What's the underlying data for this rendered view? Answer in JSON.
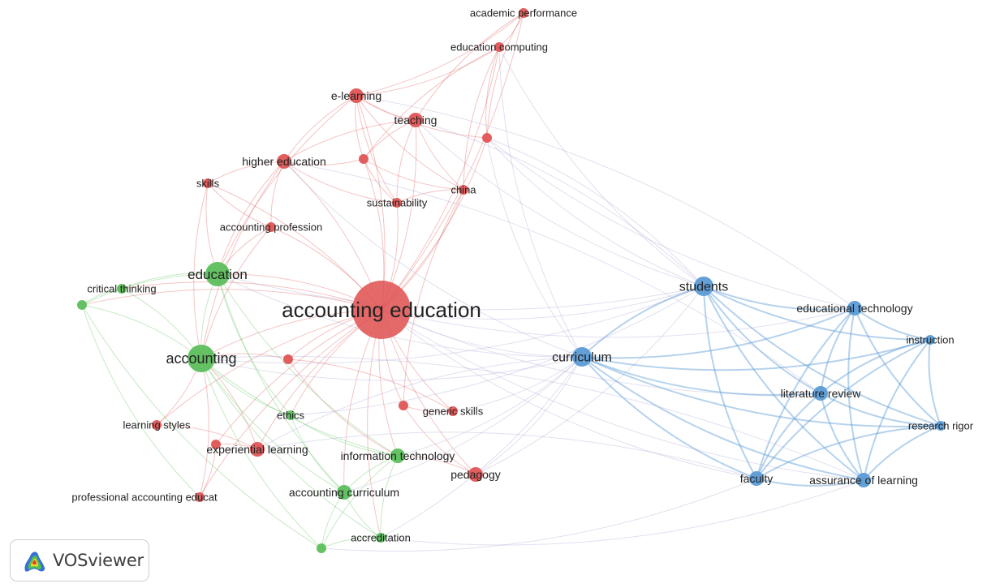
{
  "app": {
    "name": "VOSviewer"
  },
  "colors": {
    "cluster1": "#e05555",
    "cluster2": "#5cbf5c",
    "cluster3": "#5b9bd5",
    "background": "#ffffff"
  },
  "network": {
    "nodes": [
      {
        "id": "accounting education",
        "label": "accounting education",
        "cluster": 1,
        "weight": 10
      },
      {
        "id": "academic performance",
        "label": "academic performance",
        "cluster": 1,
        "weight": 1
      },
      {
        "id": "education computing",
        "label": "education computing",
        "cluster": 1,
        "weight": 1
      },
      {
        "id": "e-learning",
        "label": "e-learning",
        "cluster": 1,
        "weight": 2
      },
      {
        "id": "teaching",
        "label": "teaching",
        "cluster": 1,
        "weight": 2
      },
      {
        "id": "higher education",
        "label": "higher education",
        "cluster": 1,
        "weight": 2
      },
      {
        "id": "skills",
        "label": "skills",
        "cluster": 1,
        "weight": 1
      },
      {
        "id": "sustainability",
        "label": "sustainability",
        "cluster": 1,
        "weight": 1
      },
      {
        "id": "china",
        "label": "china",
        "cluster": 1,
        "weight": 1
      },
      {
        "id": "accounting profession",
        "label": "accounting profession",
        "cluster": 1,
        "weight": 1
      },
      {
        "id": "learning styles",
        "label": "learning styles",
        "cluster": 1,
        "weight": 1
      },
      {
        "id": "experiential learning",
        "label": "experiential learning",
        "cluster": 1,
        "weight": 2
      },
      {
        "id": "generic skills",
        "label": "generic skills",
        "cluster": 1,
        "weight": 1
      },
      {
        "id": "pedagogy",
        "label": "pedagogy",
        "cluster": 1,
        "weight": 2
      },
      {
        "id": "professional accounting educat",
        "label": "professional accounting educat",
        "cluster": 1,
        "weight": 1
      },
      {
        "id": "r1",
        "label": "",
        "cluster": 1,
        "weight": 1
      },
      {
        "id": "r2",
        "label": "",
        "cluster": 1,
        "weight": 1
      },
      {
        "id": "r3",
        "label": "",
        "cluster": 1,
        "weight": 1
      },
      {
        "id": "r4",
        "label": "",
        "cluster": 1,
        "weight": 1
      },
      {
        "id": "r5",
        "label": "",
        "cluster": 1,
        "weight": 1
      },
      {
        "id": "education",
        "label": "education",
        "cluster": 2,
        "weight": 4
      },
      {
        "id": "accounting",
        "label": "accounting",
        "cluster": 2,
        "weight": 5
      },
      {
        "id": "critical thinking",
        "label": "critical thinking",
        "cluster": 2,
        "weight": 1
      },
      {
        "id": "ethics",
        "label": "ethics",
        "cluster": 2,
        "weight": 1
      },
      {
        "id": "information technology",
        "label": "information technology",
        "cluster": 2,
        "weight": 2
      },
      {
        "id": "accounting curriculum",
        "label": "accounting curriculum",
        "cluster": 2,
        "weight": 2
      },
      {
        "id": "accreditation",
        "label": "accreditation",
        "cluster": 2,
        "weight": 1
      },
      {
        "id": "g1",
        "label": "",
        "cluster": 2,
        "weight": 1
      },
      {
        "id": "g2",
        "label": "",
        "cluster": 2,
        "weight": 1
      },
      {
        "id": "students",
        "label": "students",
        "cluster": 3,
        "weight": 3
      },
      {
        "id": "curriculum",
        "label": "curriculum",
        "cluster": 3,
        "weight": 3
      },
      {
        "id": "educational technology",
        "label": "educational technology",
        "cluster": 3,
        "weight": 2
      },
      {
        "id": "instruction",
        "label": "instruction",
        "cluster": 3,
        "weight": 1
      },
      {
        "id": "literature review",
        "label": "literature review",
        "cluster": 3,
        "weight": 2
      },
      {
        "id": "research rigor",
        "label": "research rigor",
        "cluster": 3,
        "weight": 1
      },
      {
        "id": "faculty",
        "label": "faculty",
        "cluster": 3,
        "weight": 2
      },
      {
        "id": "assurance of learning",
        "label": "assurance of learning",
        "cluster": 3,
        "weight": 2
      }
    ],
    "links": [
      [
        "accounting education",
        "e-learning"
      ],
      [
        "accounting education",
        "teaching"
      ],
      [
        "accounting education",
        "higher education"
      ],
      [
        "accounting education",
        "skills"
      ],
      [
        "accounting education",
        "sustainability"
      ],
      [
        "accounting education",
        "china"
      ],
      [
        "accounting education",
        "accounting profession"
      ],
      [
        "accounting education",
        "education computing"
      ],
      [
        "accounting education",
        "academic performance"
      ],
      [
        "accounting education",
        "learning styles"
      ],
      [
        "accounting education",
        "experiential learning"
      ],
      [
        "accounting education",
        "generic skills"
      ],
      [
        "accounting education",
        "pedagogy"
      ],
      [
        "accounting education",
        "professional accounting educat"
      ],
      [
        "accounting education",
        "r1"
      ],
      [
        "accounting education",
        "r2"
      ],
      [
        "accounting education",
        "r3"
      ],
      [
        "accounting education",
        "r4"
      ],
      [
        "accounting education",
        "r5"
      ],
      [
        "accounting education",
        "education"
      ],
      [
        "accounting education",
        "accounting"
      ],
      [
        "accounting education",
        "critical thinking"
      ],
      [
        "accounting education",
        "ethics"
      ],
      [
        "accounting education",
        "information technology"
      ],
      [
        "accounting education",
        "accounting curriculum"
      ],
      [
        "accounting education",
        "accreditation"
      ],
      [
        "accounting education",
        "g1"
      ],
      [
        "accounting education",
        "students"
      ],
      [
        "accounting education",
        "curriculum"
      ],
      [
        "accounting education",
        "literature review"
      ],
      [
        "accounting education",
        "faculty"
      ],
      [
        "accounting education",
        "assurance of learning"
      ],
      [
        "accounting education",
        "educational technology"
      ],
      [
        "e-learning",
        "teaching"
      ],
      [
        "e-learning",
        "higher education"
      ],
      [
        "e-learning",
        "education computing"
      ],
      [
        "e-learning",
        "academic performance"
      ],
      [
        "e-learning",
        "r1"
      ],
      [
        "e-learning",
        "sustainability"
      ],
      [
        "e-learning",
        "china"
      ],
      [
        "e-learning",
        "r2"
      ],
      [
        "e-learning",
        "education"
      ],
      [
        "teaching",
        "higher education"
      ],
      [
        "teaching",
        "r1"
      ],
      [
        "teaching",
        "sustainability"
      ],
      [
        "teaching",
        "china"
      ],
      [
        "teaching",
        "students"
      ],
      [
        "education computing",
        "academic performance"
      ],
      [
        "education computing",
        "r2"
      ],
      [
        "education computing",
        "r1"
      ],
      [
        "education computing",
        "china"
      ],
      [
        "education computing",
        "students"
      ],
      [
        "education computing",
        "curriculum"
      ],
      [
        "academic performance",
        "r2"
      ],
      [
        "academic performance",
        "teaching"
      ],
      [
        "higher education",
        "skills"
      ],
      [
        "higher education",
        "accounting profession"
      ],
      [
        "higher education",
        "sustainability"
      ],
      [
        "higher education",
        "education"
      ],
      [
        "higher education",
        "accounting"
      ],
      [
        "higher education",
        "r1"
      ],
      [
        "higher education",
        "curriculum"
      ],
      [
        "skills",
        "accounting profession"
      ],
      [
        "skills",
        "education"
      ],
      [
        "skills",
        "accounting"
      ],
      [
        "r1",
        "china"
      ],
      [
        "r1",
        "sustainability"
      ],
      [
        "r2",
        "students"
      ],
      [
        "r2",
        "curriculum"
      ],
      [
        "r2",
        "educational technology"
      ],
      [
        "china",
        "sustainability"
      ],
      [
        "china",
        "r3"
      ],
      [
        "accounting profession",
        "education"
      ],
      [
        "accounting profession",
        "accounting"
      ],
      [
        "r3",
        "pedagogy"
      ],
      [
        "r3",
        "generic skills"
      ],
      [
        "experiential learning",
        "accounting"
      ],
      [
        "experiential learning",
        "learning styles"
      ],
      [
        "experiential learning",
        "r5"
      ],
      [
        "learning styles",
        "accounting"
      ],
      [
        "generic skills",
        "r4"
      ],
      [
        "generic skills",
        "curriculum"
      ],
      [
        "pedagogy",
        "curriculum"
      ],
      [
        "pedagogy",
        "information technology"
      ],
      [
        "pedagogy",
        "students"
      ],
      [
        "professional accounting educat",
        "accounting"
      ],
      [
        "professional accounting educat",
        "r5"
      ],
      [
        "r4",
        "information technology"
      ],
      [
        "r4",
        "accounting"
      ],
      [
        "education",
        "accounting"
      ],
      [
        "education",
        "critical thinking"
      ],
      [
        "education",
        "g1"
      ],
      [
        "education",
        "ethics"
      ],
      [
        "education",
        "information technology"
      ],
      [
        "education",
        "accounting curriculum"
      ],
      [
        "education",
        "curriculum"
      ],
      [
        "education",
        "students"
      ],
      [
        "accounting",
        "critical thinking"
      ],
      [
        "accounting",
        "g1"
      ],
      [
        "accounting",
        "ethics"
      ],
      [
        "accounting",
        "information technology"
      ],
      [
        "accounting",
        "accounting curriculum"
      ],
      [
        "accounting",
        "accreditation"
      ],
      [
        "accounting",
        "g2"
      ],
      [
        "accounting",
        "curriculum"
      ],
      [
        "accounting",
        "students"
      ],
      [
        "critical thinking",
        "g1"
      ],
      [
        "g1",
        "g2"
      ],
      [
        "g1",
        "professional accounting educat"
      ],
      [
        "ethics",
        "information technology"
      ],
      [
        "ethics",
        "accounting curriculum"
      ],
      [
        "information technology",
        "accounting curriculum"
      ],
      [
        "information technology",
        "accreditation"
      ],
      [
        "information technology",
        "g2"
      ],
      [
        "information technology",
        "curriculum"
      ],
      [
        "accounting curriculum",
        "accreditation"
      ],
      [
        "accounting curriculum",
        "g2"
      ],
      [
        "accreditation",
        "g2"
      ],
      [
        "accreditation",
        "curriculum"
      ],
      [
        "accreditation",
        "assurance of learning"
      ],
      [
        "g2",
        "faculty"
      ],
      [
        "accounting curriculum",
        "curriculum"
      ],
      [
        "ethics",
        "students"
      ],
      [
        "students",
        "curriculum"
      ],
      [
        "students",
        "educational technology"
      ],
      [
        "students",
        "instruction"
      ],
      [
        "students",
        "literature review"
      ],
      [
        "students",
        "research rigor"
      ],
      [
        "students",
        "faculty"
      ],
      [
        "students",
        "assurance of learning"
      ],
      [
        "curriculum",
        "educational technology"
      ],
      [
        "curriculum",
        "instruction"
      ],
      [
        "curriculum",
        "literature review"
      ],
      [
        "curriculum",
        "research rigor"
      ],
      [
        "curriculum",
        "faculty"
      ],
      [
        "curriculum",
        "assurance of learning"
      ],
      [
        "educational technology",
        "instruction"
      ],
      [
        "educational technology",
        "literature review"
      ],
      [
        "educational technology",
        "research rigor"
      ],
      [
        "educational technology",
        "faculty"
      ],
      [
        "educational technology",
        "assurance of learning"
      ],
      [
        "instruction",
        "literature review"
      ],
      [
        "instruction",
        "research rigor"
      ],
      [
        "instruction",
        "faculty"
      ],
      [
        "instruction",
        "assurance of learning"
      ],
      [
        "literature review",
        "research rigor"
      ],
      [
        "literature review",
        "faculty"
      ],
      [
        "literature review",
        "assurance of learning"
      ],
      [
        "research rigor",
        "faculty"
      ],
      [
        "research rigor",
        "assurance of learning"
      ],
      [
        "faculty",
        "assurance of learning"
      ],
      [
        "students",
        "r2"
      ],
      [
        "students",
        "teaching"
      ],
      [
        "curriculum",
        "experiential learning"
      ],
      [
        "literature review",
        "higher education"
      ],
      [
        "educational technology",
        "e-learning"
      ],
      [
        "assurance of learning",
        "accounting"
      ],
      [
        "faculty",
        "experiential learning"
      ]
    ]
  }
}
